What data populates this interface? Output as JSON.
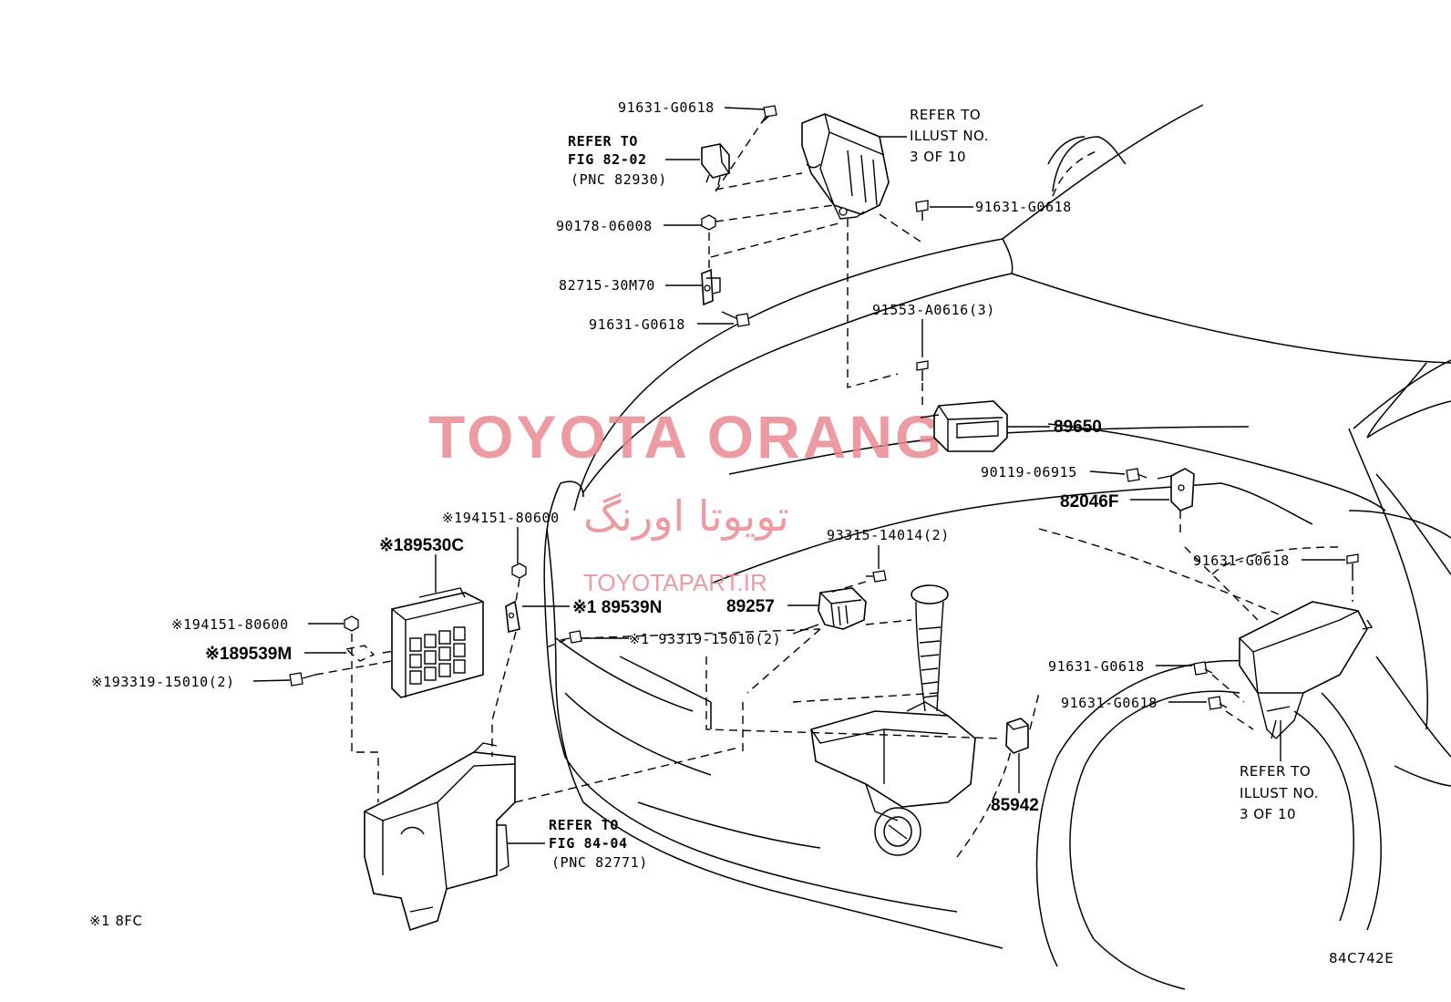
{
  "diagram_code": "84C742E",
  "note": "※1 8FC",
  "watermark": {
    "title": "TOYOTA ORANG",
    "persian": "تویوتا اورنگ",
    "url": "TOYOTAPART.IR",
    "color": "#ea8a93"
  },
  "labels": {
    "b_top": "91631-G0618",
    "ref_82_line1": "REFER TO",
    "ref_82_line2": "FIG 82-02",
    "ref_82_line3": "(PNC 82930)",
    "ref_illust_top_1": "REFER TO",
    "ref_illust_top_2": "ILLUST NO.",
    "ref_illust_top_3": "3 OF 10",
    "b_right_top": "91631-G0618",
    "nut_90178": "90178-06008",
    "brkt_82715": "82715-30M70",
    "b_left_mid": "91631-G0618",
    "bolt_91553": "91553-A0616(3)",
    "part_89650": "89650",
    "bolt_90119": "90119-06915",
    "part_82046F": "82046F",
    "nut_194151_top": "※194151-80600",
    "part_89530C": "※189530C",
    "bolt_93315": "93315-14014(2)",
    "b_right_fuse": "91631-G0618",
    "part_89539N": "※1 89539N",
    "part_89257": "89257",
    "bolt_193319_mid": "※1 93319-15010(2)",
    "nut_194151_left": "※194151-80600",
    "part_89539M": "※189539M",
    "bolt_193319_left": "※193319-15010(2)",
    "b_fuse_1": "91631-G0618",
    "b_fuse_2": "91631-G0618",
    "ref_illust_right_1": "REFER TO",
    "ref_illust_right_2": "ILLUST NO.",
    "ref_illust_right_3": "3 OF 10",
    "part_85942": "85942",
    "ref_84_line1": "REFER TO",
    "ref_84_line2": "FIG 84-04",
    "ref_84_line3": "(PNC 82771)"
  }
}
